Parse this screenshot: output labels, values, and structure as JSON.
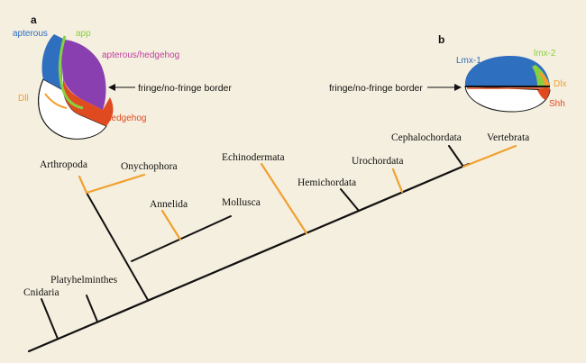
{
  "panels": {
    "a": {
      "letter": "a",
      "labels": {
        "apterous": "apterous",
        "app": "app",
        "apterous_hedgehog": "apterous/hedgehog",
        "dll": "Dll",
        "border": "fringe/no-fringe border",
        "hedgehog": "hedgehog"
      }
    },
    "b": {
      "letter": "b",
      "labels": {
        "lmx1": "Lmx-1",
        "lmx2": "lmx-2",
        "dlx": "Dlx",
        "shh": "Shh",
        "border": "fringe/no-fringe border"
      }
    }
  },
  "tree": {
    "taxa": {
      "arthropoda": "Arthropoda",
      "onychophora": "Onychophora",
      "echinodermata": "Echinodermata",
      "cephalochordata": "Cephalochordata",
      "vertebrata": "Vertebrata",
      "urochordata": "Urochordata",
      "hemichordata": "Hemichordata",
      "annelida": "Annelida",
      "mollusca": "Mollusca",
      "platyhelminthes": "Platyhelminthes",
      "cnidaria": "Cnidaria"
    }
  },
  "colors": {
    "background": "#f5efdf",
    "branch_black": "#111111",
    "branch_orange": "#f0a030",
    "apterous_blue": "#2f6fc0",
    "app_green": "#88d040",
    "purple": "#8a3fb0",
    "hedgehog_red": "#e04a20",
    "dll_orange": "#f0a030",
    "apterous_hedgehog_pink": "#c040a0"
  }
}
